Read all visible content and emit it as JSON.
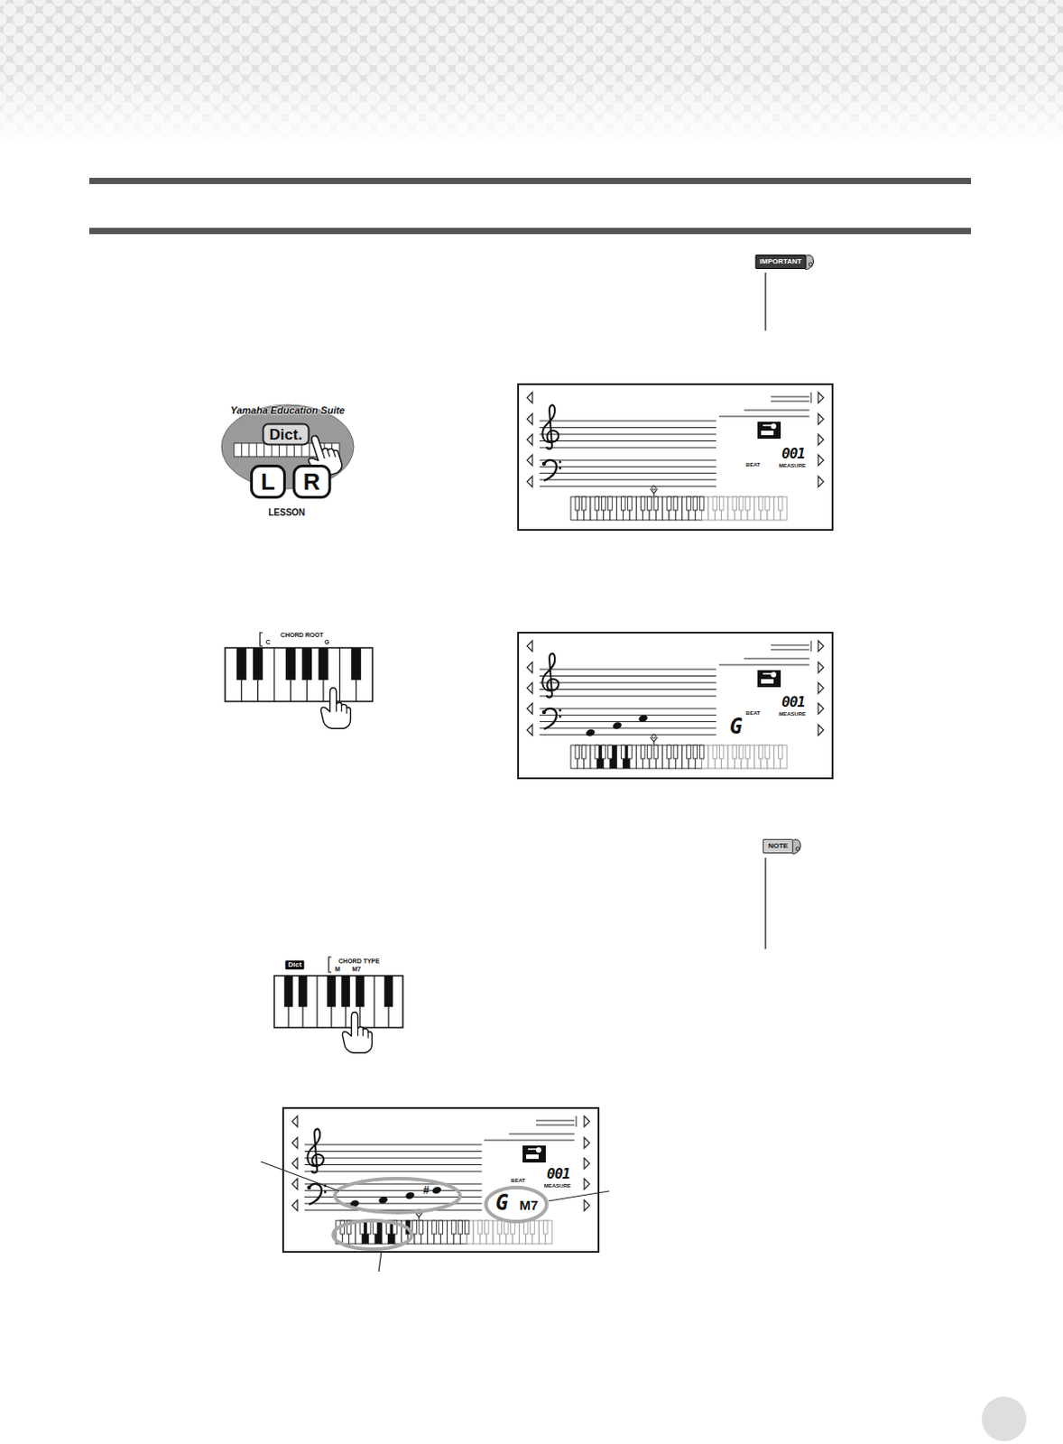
{
  "diagram": {
    "nodes": [
      {
        "text": [
          "IMPORTANT"
        ]
      },
      {
        "text": [
          "Dict."
        ]
      },
      {
        "text": [
          "L"
        ]
      },
      {
        "text": [
          "R"
        ]
      },
      {
        "text": [
          "NOTE"
        ]
      },
      {
        "text": [
          "Dict"
        ]
      }
    ],
    "labels": [
      "Yamaha Education Suite",
      "LESSON",
      "001",
      "BEAT",
      "MEASURE",
      "CHORD ROOT",
      "C",
      "G",
      "G",
      "001",
      "BEAT",
      "MEASURE",
      "CHORD TYPE",
      "M",
      "M7",
      "#",
      "G",
      "M7",
      "001",
      "BEAT",
      "MEASURE"
    ]
  }
}
